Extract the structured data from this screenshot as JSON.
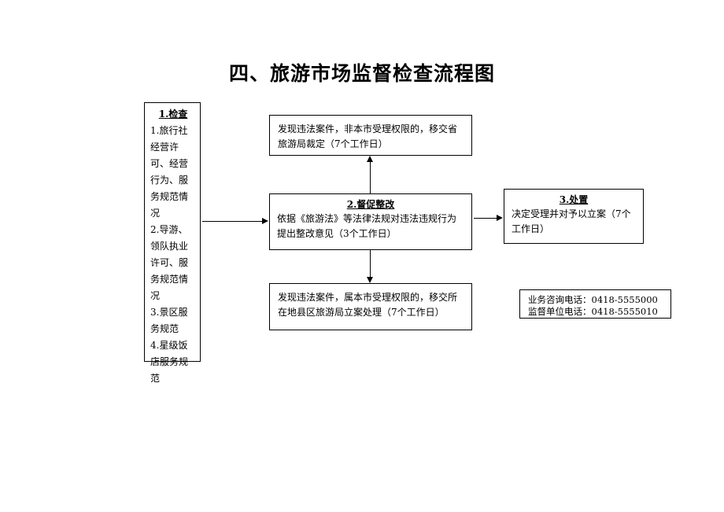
{
  "page": {
    "title": "四、旅游市场监督检查流程图"
  },
  "nodes": {
    "inspect": {
      "header": "1.检查",
      "items": [
        "1.旅行社经营许可、经营行为、服务规范情况",
        "2.导游、领队执业许可、服务规范情况",
        "3.景区服务规范",
        "4.星级饭店服务规范"
      ]
    },
    "transfer_province": {
      "body": "发现违法案件，非本市受理权限的，移交省旅游局裁定（7个工作日）"
    },
    "rectify": {
      "header": "2.督促整改",
      "body": "依据《旅游法》等法律法规对违法违规行为提出整改意见（3个工作日）"
    },
    "transfer_local": {
      "body": "发现违法案件，属本市受理权限的，移交所在地县区旅游局立案处理（7个工作日）"
    },
    "disposal": {
      "header": "3.处置",
      "body": "决定受理并对予以立案（7个工作日）"
    },
    "contact": {
      "line1": "业务咨询电话：0418-5555000",
      "line2": "监督单位电话：0418-5555010"
    }
  },
  "connectors": {
    "inspect_to_rectify": "arrow-right",
    "rectify_to_transfer_province": "arrow-up",
    "rectify_to_transfer_local": "arrow-down",
    "rectify_to_disposal": "arrow-right"
  },
  "colors": {
    "line": "#000000",
    "text": "#000000",
    "background": "#ffffff"
  }
}
